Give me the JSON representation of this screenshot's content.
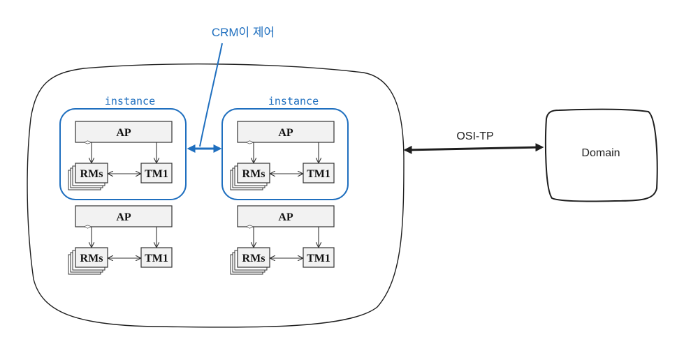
{
  "annotation": {
    "label": "CRM이 제어",
    "color": "#1f6fbf"
  },
  "instance_label": "instance",
  "protocol_label": "OSI-TP",
  "domain_label": "Domain",
  "blocks": [
    {
      "ap": "AP",
      "rms": "RMs",
      "tm": "TM1"
    },
    {
      "ap": "AP",
      "rms": "RMs",
      "tm": "TM1"
    },
    {
      "ap": "AP",
      "rms": "RMs",
      "tm": "TM1"
    },
    {
      "ap": "AP",
      "rms": "RMs",
      "tm": "TM1"
    }
  ],
  "colors": {
    "accent": "#1f6fbf",
    "stroke": "#1e1e1e",
    "box_fill": "#f2f2f2"
  }
}
